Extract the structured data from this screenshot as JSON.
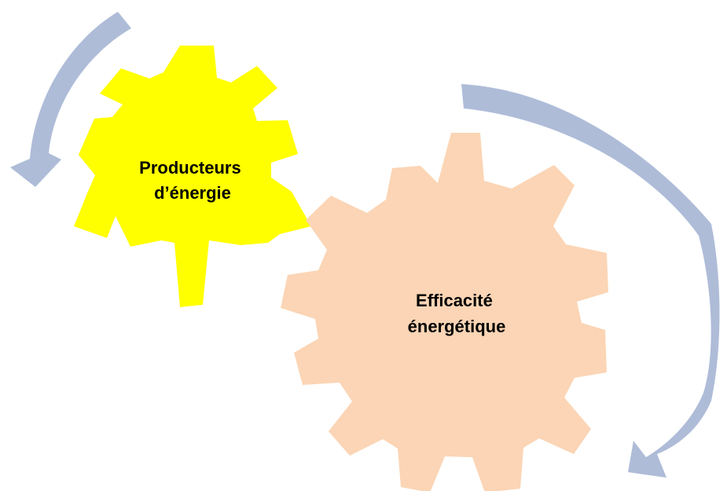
{
  "diagram": {
    "gears": [
      {
        "id": "producteurs",
        "line1": "Producteurs",
        "line2": "d’énergie",
        "color": "#ffff00"
      },
      {
        "id": "efficacite",
        "line1": "Efficacité",
        "line2": "énergétique",
        "color": "#fbd5b5"
      }
    ],
    "arrow_color": "#aebcd8"
  }
}
